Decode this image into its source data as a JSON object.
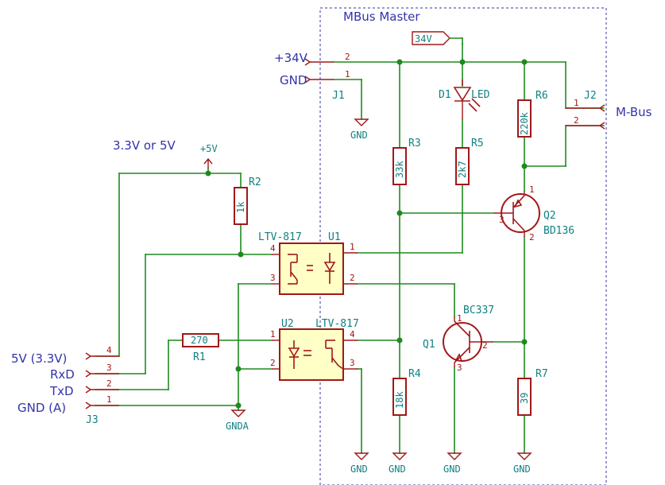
{
  "box": {
    "title": "MBus Master"
  },
  "nets": {
    "p34": "+34V",
    "gnd_in": "GND",
    "mbus": "M-Bus",
    "supply_note": "3.3V or 5V",
    "j3_4": "5V (3.3V)",
    "j3_3": "RxD",
    "j3_2": "TxD",
    "j3_1": "GND (A)"
  },
  "power": {
    "p5v": "+5V",
    "gnd": "GND",
    "gnda": "GNDA",
    "flag34": "34V"
  },
  "refs": {
    "J1": "J1",
    "J2": "J2",
    "J3": "J3",
    "R1": "R1",
    "R2": "R2",
    "R3": "R3",
    "R4": "R4",
    "R5": "R5",
    "R6": "R6",
    "R7": "R7",
    "U1": "U1",
    "U2": "U2",
    "D1": "D1",
    "Q1": "Q1",
    "Q2": "Q2"
  },
  "values": {
    "R1": "270",
    "R2": "1k",
    "R3": "33k",
    "R4": "18k",
    "R5": "2k7",
    "R6": "220k",
    "R7": "39",
    "U1": "LTV-817",
    "U2": "LTV-817",
    "D1": "LED",
    "Q1": "BC337",
    "Q2": "BD136"
  },
  "pins": {
    "one": "1",
    "two": "2",
    "three": "3",
    "four": "4"
  }
}
